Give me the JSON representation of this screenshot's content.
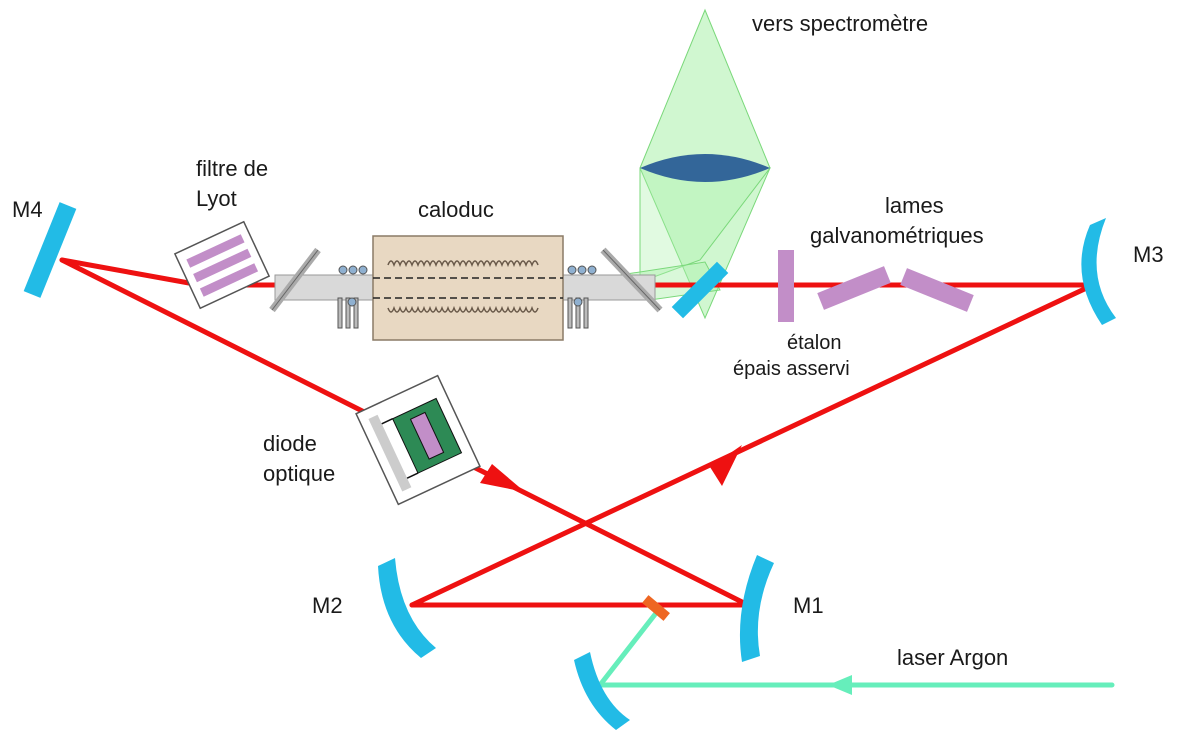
{
  "labels": {
    "spectrometer": "vers spectromètre",
    "lyot_line1": "filtre de",
    "lyot_line2": "Lyot",
    "heatpipe": "caloduc",
    "galvo_line1": "lames",
    "galvo_line2": "galvanométriques",
    "m1": "M1",
    "m2": "M2",
    "m3": "M3",
    "m4": "M4",
    "etalon_line1": "étalon",
    "etalon_line2": "épais asservi",
    "diode_line1": "diode",
    "diode_line2": "optique",
    "pump": "laser Argon"
  },
  "colors": {
    "laser_beam": "#ee1111",
    "pump_beam": "#66eebb",
    "mirror": "#22bbe6",
    "output_cone": "#aaf0aa",
    "lens": "#336699",
    "plate": "#c28ec8",
    "heatpipe_body": "#e8d8c2",
    "diode_frame": "#2d8a55"
  }
}
